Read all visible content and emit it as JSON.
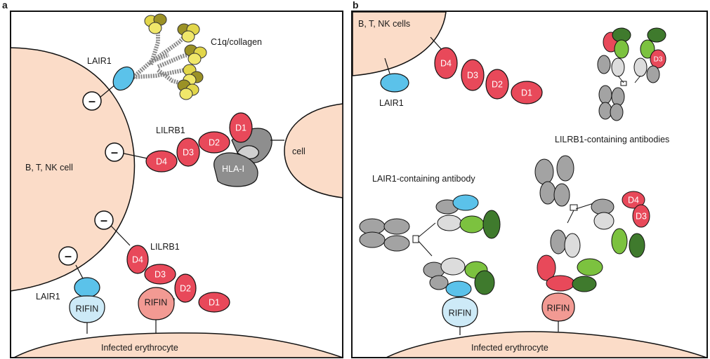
{
  "panel_a": {
    "letter": "a",
    "labels": {
      "c1q": "C1q/collagen",
      "lair1_top": "LAIR1",
      "lilrb1_mid": "LILRB1",
      "host_cell": "B, T, NK cell",
      "target_cell": "cell",
      "hla": "HLA-I",
      "lilrb1_low": "LILRB1",
      "lair1_low": "LAIR1",
      "rifin_left": "RIFIN",
      "rifin_right": "RIFIN",
      "erythrocyte": "Infected erythrocyte"
    },
    "domains": {
      "d1": "D1",
      "d2": "D2",
      "d3": "D3",
      "d4": "D4"
    },
    "inhibitory_sign": "–"
  },
  "panel_b": {
    "letter": "b",
    "labels": {
      "host_cells": "B, T, NK cells",
      "lair1": "LAIR1",
      "lilrb1_antibodies": "LILRB1-containing antibodies",
      "lair1_antibody": "LAIR1-containing antibody",
      "rifin_left": "RIFIN",
      "rifin_right": "RIFIN",
      "erythrocyte": "Infected erythrocyte"
    },
    "domains": {
      "d1": "D1",
      "d2": "D2",
      "d3": "D3",
      "d4": "D4"
    }
  },
  "colors": {
    "cell_fill": "#fbdcc8",
    "lair1_blue": "#5bc2ea",
    "lilrb1_red": "#e8495a",
    "rifin_blue": "#cdeaf7",
    "rifin_red": "#f29a93",
    "antibody_gray": "#a3a3a3",
    "antibody_light": "#dcdcdc",
    "green_light": "#7cc23f",
    "green_dark": "#3f7a2d",
    "c1q_yellow": "#e2d64a",
    "c1q_olive": "#9b9125"
  }
}
